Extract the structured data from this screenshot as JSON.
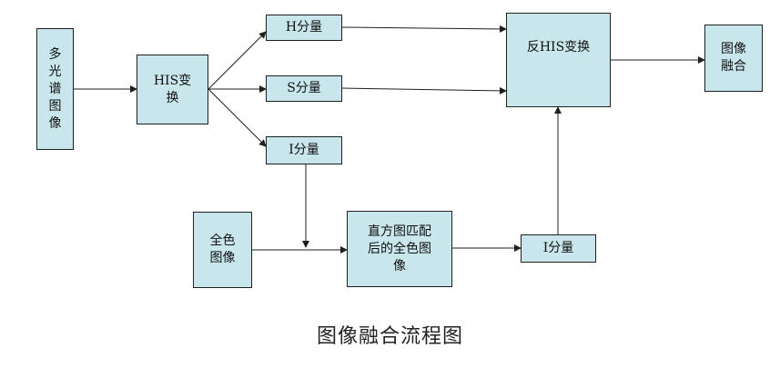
{
  "diagram": {
    "nodes": {
      "multispectral": "多\n光\n谱\n图\n像",
      "his_transform": "HIS变\n换",
      "h_component": "H分量",
      "s_component": "S分量",
      "i_component": "I分量",
      "inverse_his": "反HIS变换",
      "image_fusion": "图像\n融合",
      "panchromatic": "全色\n图像",
      "histogram_matching": "直方图匹配\n后的全色图\n像",
      "i_component_matched": "I分量"
    },
    "caption": "图像融合流程图"
  }
}
